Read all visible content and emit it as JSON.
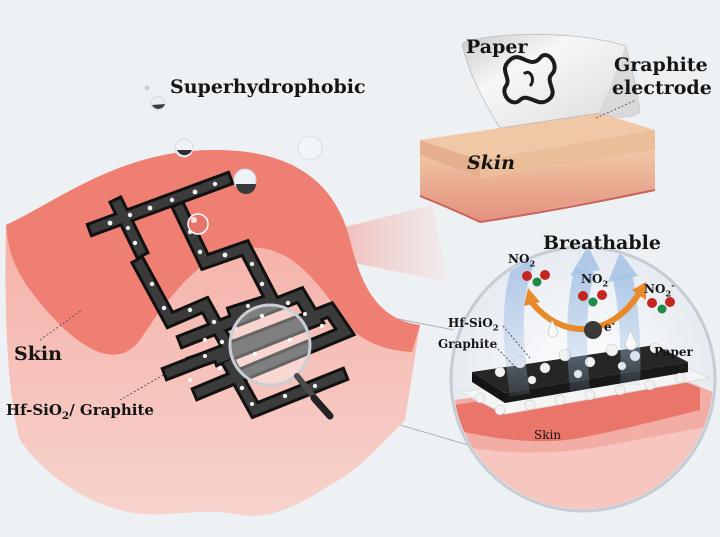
{
  "labels": {
    "superhydrophobic": "Superhydrophobic",
    "paper_top": "Paper",
    "graphite_electrode_line1": "Graphite",
    "graphite_electrode_line2": "electrode",
    "skin_top": "Skin",
    "breathable": "Breathable",
    "skin_left": "Skin",
    "hf_sio2_left_prefix": "Hf-SiO",
    "hf_sio2_left_sub": "2",
    "hf_sio2_left_suffix": "/ Graphite",
    "no2_a_prefix": "NO",
    "no2_a_sub": "2",
    "no2_b_prefix": "NO",
    "no2_b_sub": "2",
    "no2_c_prefix": "NO",
    "no2_c_sub": "2",
    "no2_c_sup": "-",
    "electron_prefix": "e",
    "electron_sup": "-",
    "hf_sio2_right_prefix": "Hf-SiO",
    "hf_sio2_right_sub": "2",
    "graphite_right": "Graphite",
    "paper_right": "Paper",
    "skin_circle": "Skin"
  },
  "colors": {
    "background": "#eef1f4",
    "skin_surface": "#ee7f72",
    "skin_tissue": "#f3b6ad",
    "electrode": "#242424",
    "paper": "#f2f2f2",
    "arrow_orange": "#e88a2a",
    "arrow_blue": "#a9c4e6",
    "oxygen_red": "#c4261f",
    "nitrogen_green": "#1f8a45"
  }
}
